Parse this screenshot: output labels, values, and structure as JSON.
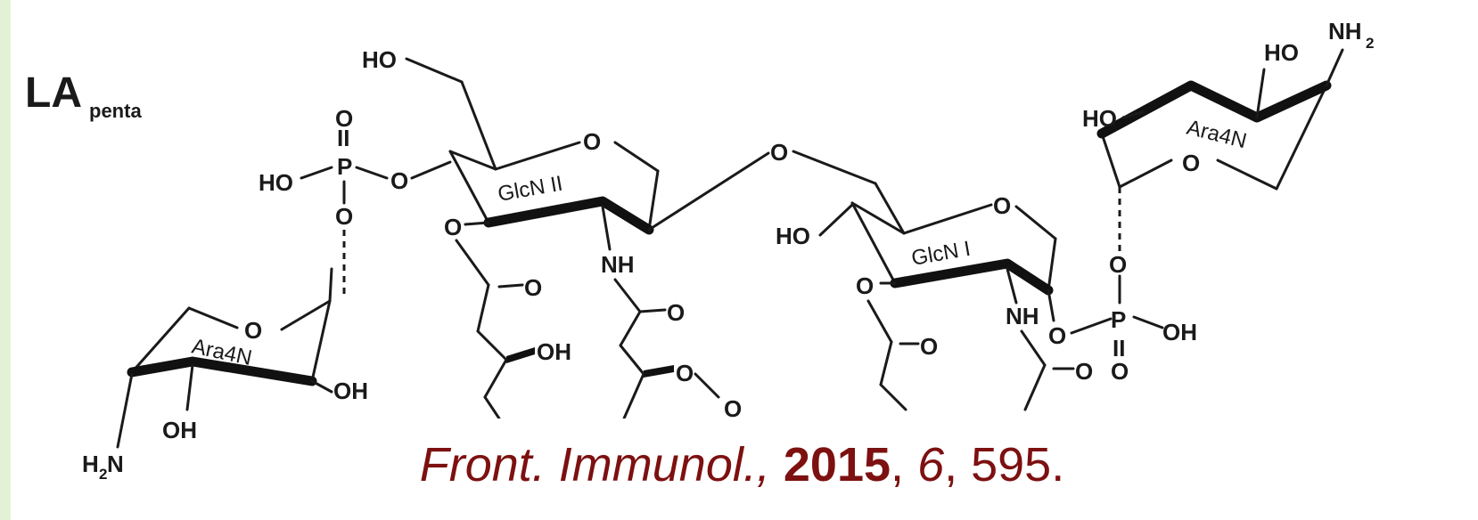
{
  "diagram": {
    "title_main": "LA",
    "title_sub": "penta",
    "rings": {
      "ara_left": "Ara4N",
      "glcn2": "GlcN II",
      "glcn1": "GlcN I",
      "ara_right": "Ara4N"
    },
    "atoms": {
      "O": "O",
      "P": "P",
      "HO": "HO",
      "OH": "OH",
      "NH": "NH",
      "H": "H",
      "N": "N",
      "two": "2",
      "dbl": "II"
    }
  },
  "citation": {
    "journal": "Front. Immunol.,",
    "year": "2015",
    "sep1": ",",
    "volume": "6",
    "pages": ", 595."
  }
}
